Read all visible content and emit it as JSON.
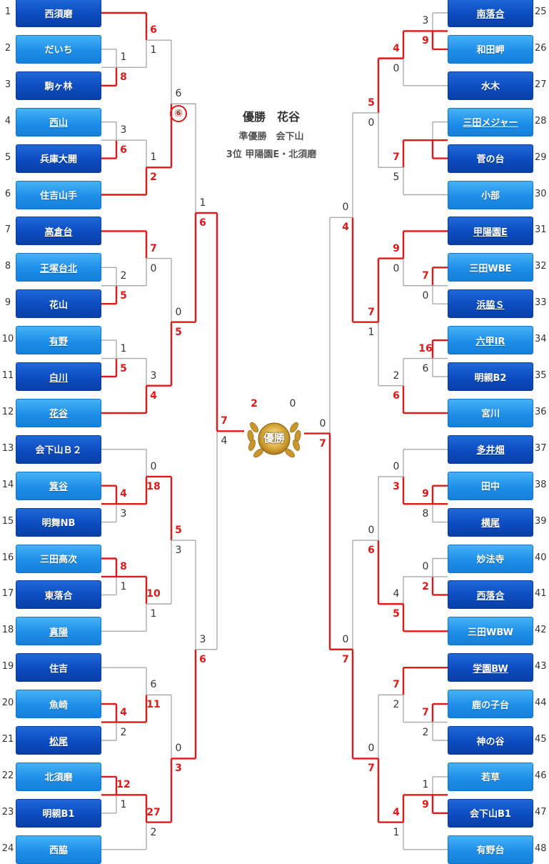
{
  "results": {
    "champion": "優勝　花谷",
    "runner_up": "準優勝　会下山",
    "third": "3位 甲陽園E・北須磨"
  },
  "emblem": {
    "label": "優勝",
    "icon": "laurel-wreath-emblem"
  },
  "final": {
    "left_score": "2",
    "right_score": "0"
  },
  "colors": {
    "winner": "#e01818",
    "loser": "#aaaaaa",
    "team_dark": "#0c4cc0",
    "team_light": "#1e8ee8"
  },
  "teams": [
    {
      "num": "1",
      "name": "西須磨",
      "style": "dark",
      "link": false
    },
    {
      "num": "2",
      "name": "だいち",
      "style": "light",
      "link": false
    },
    {
      "num": "3",
      "name": "駒ヶ林",
      "style": "dark",
      "link": false
    },
    {
      "num": "4",
      "name": "西山",
      "style": "light",
      "link": true
    },
    {
      "num": "5",
      "name": "兵庫大開",
      "style": "dark",
      "link": false
    },
    {
      "num": "6",
      "name": "住吉山手",
      "style": "light",
      "link": false
    },
    {
      "num": "7",
      "name": "高倉台",
      "style": "dark",
      "link": true
    },
    {
      "num": "8",
      "name": "王塚台北",
      "style": "light",
      "link": true
    },
    {
      "num": "9",
      "name": "花山",
      "style": "dark",
      "link": false
    },
    {
      "num": "10",
      "name": "有野",
      "style": "light",
      "link": true
    },
    {
      "num": "11",
      "name": "白川",
      "style": "dark",
      "link": true
    },
    {
      "num": "12",
      "name": "花谷",
      "style": "light",
      "link": true
    },
    {
      "num": "13",
      "name": "会下山Ｂ２",
      "style": "dark",
      "link": false
    },
    {
      "num": "14",
      "name": "箕谷",
      "style": "light",
      "link": true
    },
    {
      "num": "15",
      "name": "明舞NB",
      "style": "dark",
      "link": false
    },
    {
      "num": "16",
      "name": "三田高次",
      "style": "light",
      "link": false
    },
    {
      "num": "17",
      "name": "東落合",
      "style": "dark",
      "link": false
    },
    {
      "num": "18",
      "name": "真陽",
      "style": "light",
      "link": true
    },
    {
      "num": "19",
      "name": "住吉",
      "style": "dark",
      "link": false
    },
    {
      "num": "20",
      "name": "魚崎",
      "style": "light",
      "link": false
    },
    {
      "num": "21",
      "name": "松尾",
      "style": "dark",
      "link": true
    },
    {
      "num": "22",
      "name": "北須磨",
      "style": "light",
      "link": false
    },
    {
      "num": "23",
      "name": "明親B1",
      "style": "dark",
      "link": false
    },
    {
      "num": "24",
      "name": "西脇",
      "style": "light",
      "link": false
    },
    {
      "num": "25",
      "name": "南落合",
      "style": "dark",
      "link": true
    },
    {
      "num": "26",
      "name": "和田岬",
      "style": "light",
      "link": false
    },
    {
      "num": "27",
      "name": "水木",
      "style": "dark",
      "link": false
    },
    {
      "num": "28",
      "name": "三田メジャー",
      "style": "light",
      "link": true
    },
    {
      "num": "29",
      "name": "菅の台",
      "style": "dark",
      "link": false
    },
    {
      "num": "30",
      "name": "小部",
      "style": "light",
      "link": false
    },
    {
      "num": "31",
      "name": "甲陽園E",
      "style": "dark",
      "link": true
    },
    {
      "num": "32",
      "name": "三田WBE",
      "style": "light",
      "link": false
    },
    {
      "num": "33",
      "name": "浜脇Ｓ",
      "style": "dark",
      "link": true
    },
    {
      "num": "34",
      "name": "六甲IR",
      "style": "light",
      "link": true
    },
    {
      "num": "35",
      "name": "明親B2",
      "style": "dark",
      "link": false
    },
    {
      "num": "36",
      "name": "宮川",
      "style": "light",
      "link": false
    },
    {
      "num": "37",
      "name": "多井畑",
      "style": "dark",
      "link": true
    },
    {
      "num": "38",
      "name": "田中",
      "style": "light",
      "link": false
    },
    {
      "num": "39",
      "name": "横尾",
      "style": "dark",
      "link": true
    },
    {
      "num": "40",
      "name": "妙法寺",
      "style": "light",
      "link": false
    },
    {
      "num": "41",
      "name": "西落合",
      "style": "dark",
      "link": true
    },
    {
      "num": "42",
      "name": "三田WBW",
      "style": "light",
      "link": false
    },
    {
      "num": "43",
      "name": "学園BW",
      "style": "dark",
      "link": true
    },
    {
      "num": "44",
      "name": "鹿の子台",
      "style": "light",
      "link": false
    },
    {
      "num": "45",
      "name": "神の谷",
      "style": "dark",
      "link": false
    },
    {
      "num": "46",
      "name": "若草",
      "style": "light",
      "link": false
    },
    {
      "num": "47",
      "name": "会下山B1",
      "style": "dark",
      "link": false
    },
    {
      "num": "48",
      "name": "有野台",
      "style": "light",
      "link": false
    }
  ],
  "left_matches": [
    {
      "r": 1,
      "a": [
        1
      ],
      "b": [
        2,
        3
      ],
      "sa": "6",
      "sb": "1",
      "w": "a"
    },
    {
      "r": 0,
      "a": [
        2
      ],
      "b": [
        3
      ],
      "sa": "1",
      "sb": "8",
      "w": "b"
    },
    {
      "r": 1,
      "a": [
        4,
        5
      ],
      "b": [
        6
      ],
      "sa": "1",
      "sb": "2",
      "w": "b"
    },
    {
      "r": 0,
      "a": [
        4
      ],
      "b": [
        5
      ],
      "sa": "3",
      "sb": "6",
      "w": "b"
    },
    {
      "r": 1,
      "a": [
        7
      ],
      "b": [
        8,
        9
      ],
      "sa": "7",
      "sb": "0",
      "w": "a"
    },
    {
      "r": 0,
      "a": [
        8
      ],
      "b": [
        9
      ],
      "sa": "2",
      "sb": "5",
      "w": "b"
    },
    {
      "r": 1,
      "a": [
        10,
        11
      ],
      "b": [
        12
      ],
      "sa": "3",
      "sb": "4",
      "w": "b"
    },
    {
      "r": 0,
      "a": [
        10
      ],
      "b": [
        11
      ],
      "sa": "1",
      "sb": "5",
      "w": "b"
    },
    {
      "r": 1,
      "a": [
        13
      ],
      "b": [
        14,
        15
      ],
      "sa": "0",
      "sb": "18",
      "w": "b"
    },
    {
      "r": 0,
      "a": [
        14
      ],
      "b": [
        15
      ],
      "sa": "4",
      "sb": "3",
      "w": "a"
    },
    {
      "r": 1,
      "a": [
        16,
        17
      ],
      "b": [
        18
      ],
      "sa": "10",
      "sb": "1",
      "w": "a"
    },
    {
      "r": 0,
      "a": [
        16
      ],
      "b": [
        17
      ],
      "sa": "8",
      "sb": "1",
      "w": "a"
    },
    {
      "r": 1,
      "a": [
        19
      ],
      "b": [
        20,
        21
      ],
      "sa": "6",
      "sb": "11",
      "w": "b"
    },
    {
      "r": 0,
      "a": [
        20
      ],
      "b": [
        21
      ],
      "sa": "4",
      "sb": "2",
      "w": "a"
    },
    {
      "r": 1,
      "a": [
        22,
        23
      ],
      "b": [
        24
      ],
      "sa": "27",
      "sb": "2",
      "w": "a"
    },
    {
      "r": 0,
      "a": [
        22
      ],
      "b": [
        23
      ],
      "sa": "12",
      "sb": "1",
      "w": "a"
    },
    {
      "r": 2,
      "a": [
        1,
        2,
        3
      ],
      "b": [
        4,
        5,
        6
      ],
      "sa": "6",
      "sb": "⑥",
      "w": "b",
      "circ": true
    },
    {
      "r": 2,
      "a": [
        7,
        8,
        9
      ],
      "b": [
        10,
        11,
        12
      ],
      "sa": "0",
      "sb": "5",
      "w": "b"
    },
    {
      "r": 2,
      "a": [
        13,
        14,
        15
      ],
      "b": [
        16,
        17,
        18
      ],
      "sa": "5",
      "sb": "3",
      "w": "a"
    },
    {
      "r": 2,
      "a": [
        19,
        20,
        21
      ],
      "b": [
        22,
        23,
        24
      ],
      "sa": "0",
      "sb": "3",
      "w": "b"
    },
    {
      "r": 3,
      "a": [
        1,
        2,
        3,
        4,
        5,
        6
      ],
      "b": [
        7,
        8,
        9,
        10,
        11,
        12
      ],
      "sa": "1",
      "sb": "6",
      "w": "b"
    },
    {
      "r": 3,
      "a": [
        13,
        14,
        15,
        16,
        17,
        18
      ],
      "b": [
        19,
        20,
        21,
        22,
        23,
        24
      ],
      "sa": "3",
      "sb": "6",
      "w": "b"
    },
    {
      "r": 4,
      "a": [
        1,
        2,
        3,
        4,
        5,
        6,
        7,
        8,
        9,
        10,
        11,
        12
      ],
      "b": [
        13,
        14,
        15,
        16,
        17,
        18,
        19,
        20,
        21,
        22,
        23,
        24
      ],
      "sa": "7",
      "sb": "4",
      "w": "a"
    }
  ],
  "right_matches": [
    {
      "r": 1,
      "a": [
        25,
        26
      ],
      "b": [
        27
      ],
      "sa": "4",
      "sb": "0",
      "w": "a"
    },
    {
      "r": 0,
      "a": [
        25
      ],
      "b": [
        26
      ],
      "sa": "3",
      "sb": "9",
      "w": "b"
    },
    {
      "r": 1,
      "a": [
        28,
        29
      ],
      "b": [
        30
      ],
      "sa": "7",
      "sb": "5",
      "w": "a"
    },
    {
      "r": 0,
      "a": [
        28
      ],
      "b": [
        29
      ],
      "sa": "",
      "sb": "",
      "w": "b"
    },
    {
      "r": 1,
      "a": [
        31
      ],
      "b": [
        32,
        33
      ],
      "sa": "9",
      "sb": "0",
      "w": "a"
    },
    {
      "r": 0,
      "a": [
        32
      ],
      "b": [
        33
      ],
      "sa": "7",
      "sb": "0",
      "w": "a"
    },
    {
      "r": 1,
      "a": [
        34,
        35
      ],
      "b": [
        36
      ],
      "sa": "2",
      "sb": "6",
      "w": "b"
    },
    {
      "r": 0,
      "a": [
        34
      ],
      "b": [
        35
      ],
      "sa": "16",
      "sb": "6",
      "w": "a"
    },
    {
      "r": 1,
      "a": [
        37
      ],
      "b": [
        38,
        39
      ],
      "sa": "0",
      "sb": "3",
      "w": "b"
    },
    {
      "r": 0,
      "a": [
        38
      ],
      "b": [
        39
      ],
      "sa": "9",
      "sb": "8",
      "w": "a"
    },
    {
      "r": 1,
      "a": [
        40,
        41
      ],
      "b": [
        42
      ],
      "sa": "4",
      "sb": "5",
      "w": "b"
    },
    {
      "r": 0,
      "a": [
        40
      ],
      "b": [
        41
      ],
      "sa": "0",
      "sb": "2",
      "w": "b"
    },
    {
      "r": 1,
      "a": [
        43
      ],
      "b": [
        44,
        45
      ],
      "sa": "7",
      "sb": "2",
      "w": "a"
    },
    {
      "r": 0,
      "a": [
        44
      ],
      "b": [
        45
      ],
      "sa": "7",
      "sb": "2",
      "w": "a"
    },
    {
      "r": 1,
      "a": [
        46,
        47
      ],
      "b": [
        48
      ],
      "sa": "4",
      "sb": "1",
      "w": "a"
    },
    {
      "r": 0,
      "a": [
        46
      ],
      "b": [
        47
      ],
      "sa": "1",
      "sb": "9",
      "w": "b"
    },
    {
      "r": 2,
      "a": [
        25,
        26,
        27
      ],
      "b": [
        28,
        29,
        30
      ],
      "sa": "5",
      "sb": "0",
      "w": "a"
    },
    {
      "r": 2,
      "a": [
        31,
        32,
        33
      ],
      "b": [
        34,
        35,
        36
      ],
      "sa": "7",
      "sb": "1",
      "w": "a"
    },
    {
      "r": 2,
      "a": [
        37,
        38,
        39
      ],
      "b": [
        40,
        41,
        42
      ],
      "sa": "0",
      "sb": "6",
      "w": "b"
    },
    {
      "r": 2,
      "a": [
        43,
        44,
        45
      ],
      "b": [
        46,
        47,
        48
      ],
      "sa": "0",
      "sb": "7",
      "w": "b"
    },
    {
      "r": 3,
      "a": [
        25,
        26,
        27,
        28,
        29,
        30
      ],
      "b": [
        31,
        32,
        33,
        34,
        35,
        36
      ],
      "sa": "0",
      "sb": "4",
      "w": "b"
    },
    {
      "r": 3,
      "a": [
        37,
        38,
        39,
        40,
        41,
        42
      ],
      "b": [
        43,
        44,
        45,
        46,
        47,
        48
      ],
      "sa": "0",
      "sb": "7",
      "w": "b"
    },
    {
      "r": 4,
      "a": [
        25,
        26,
        27,
        28,
        29,
        30,
        31,
        32,
        33,
        34,
        35,
        36
      ],
      "b": [
        37,
        38,
        39,
        40,
        41,
        42,
        43,
        44,
        45,
        46,
        47,
        48
      ],
      "sa": "0",
      "sb": "7",
      "w": "b"
    }
  ]
}
